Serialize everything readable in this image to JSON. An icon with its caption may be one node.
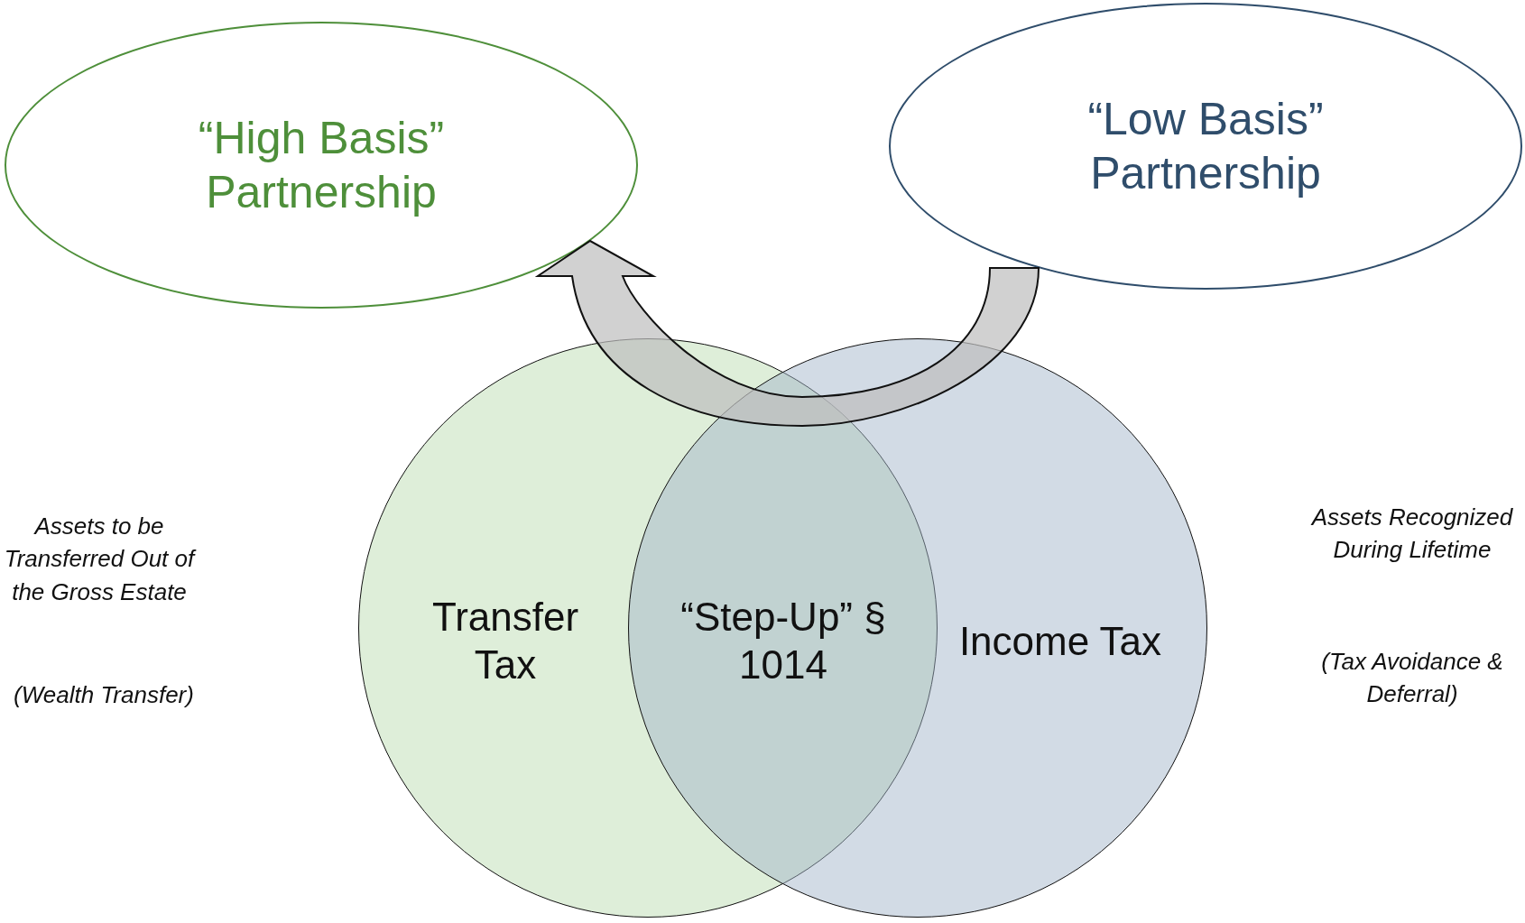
{
  "diagram": {
    "nodes": [
      {
        "text": [
          "“High Basis” Partnership"
        ]
      },
      {
        "text": [
          "“Low Basis” Partnership"
        ]
      },
      {
        "text": [
          "Transfer Tax"
        ]
      },
      {
        "text": [
          "Income Tax"
        ]
      },
      {
        "text": [
          "“Step-Up” § 1014"
        ]
      }
    ],
    "edges": [
      {
        "from": 1,
        "to": 0,
        "arrow": "to"
      }
    ],
    "labels": [
      "Assets to be Transferred Out of the Gross Estate",
      "(Wealth Transfer)",
      "Assets Recognized During Lifetime",
      "(Tax Avoidance & Deferral)"
    ]
  }
}
